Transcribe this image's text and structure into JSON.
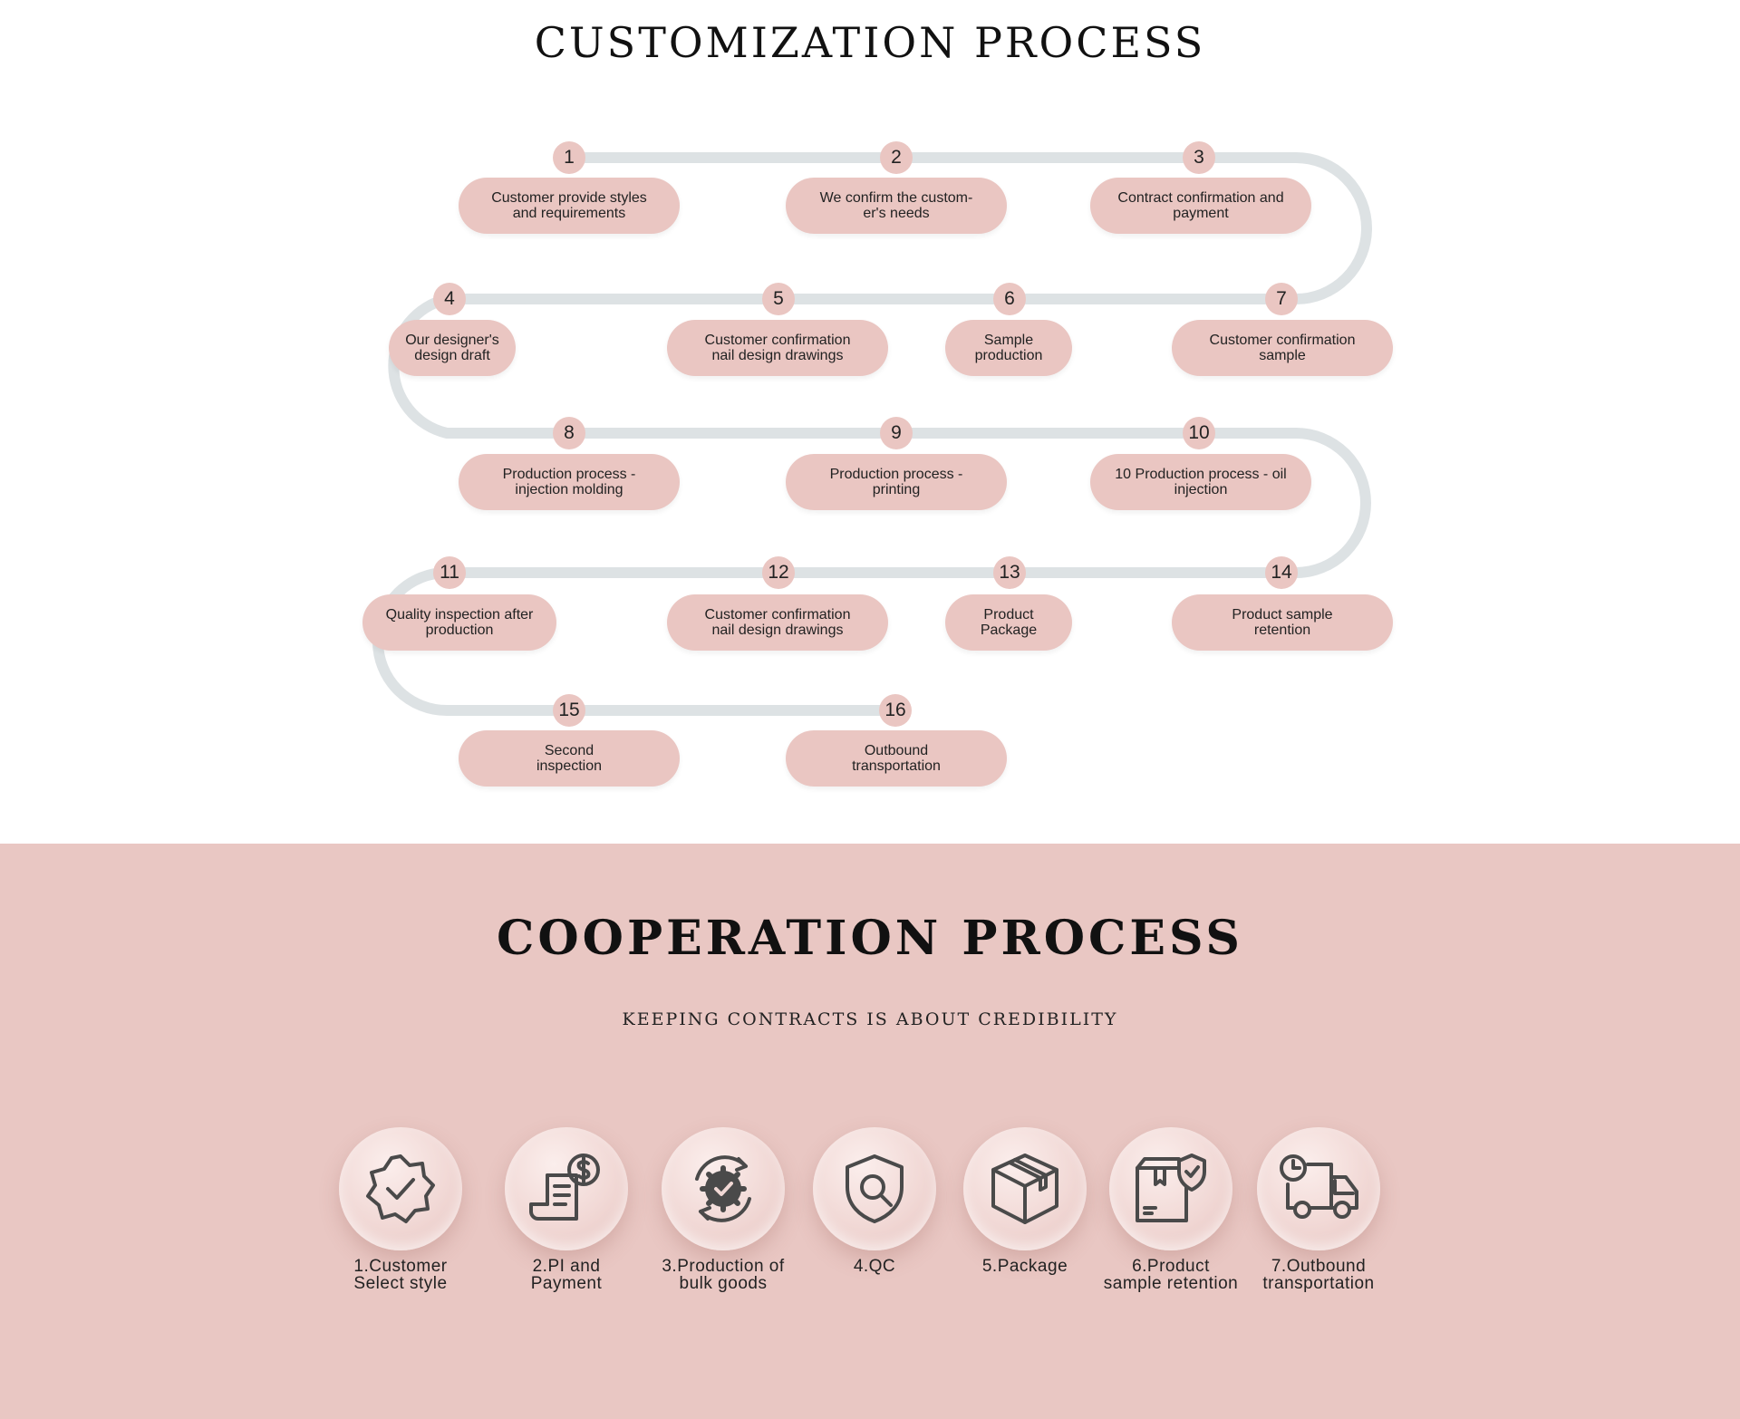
{
  "customization": {
    "title": "CUSTOMIZATION PROCESS",
    "steps": [
      {
        "num": "1",
        "label": "Customer provide styles\nand requirements"
      },
      {
        "num": "2",
        "label": "We confirm the custom-\ner's needs"
      },
      {
        "num": "3",
        "label": "Contract confirmation and\npayment"
      },
      {
        "num": "4",
        "label": "Our designer's\ndesign draft"
      },
      {
        "num": "5",
        "label": "Customer confirmation\nnail design drawings"
      },
      {
        "num": "6",
        "label": "Sample\nproduction"
      },
      {
        "num": "7",
        "label": "Customer confirmation\nsample"
      },
      {
        "num": "8",
        "label": "Production process -\ninjection molding"
      },
      {
        "num": "9",
        "label": "Production process -\nprinting"
      },
      {
        "num": "10",
        "label": "10 Production process - oil\ninjection"
      },
      {
        "num": "11",
        "label": "Quality inspection after\nproduction"
      },
      {
        "num": "12",
        "label": "Customer confirmation\nnail design drawings"
      },
      {
        "num": "13",
        "label": "Product\nPackage"
      },
      {
        "num": "14",
        "label": "Product sample\nretention"
      },
      {
        "num": "15",
        "label": "Second\ninspection"
      },
      {
        "num": "16",
        "label": "Outbound\ntransportation"
      }
    ]
  },
  "cooperation": {
    "title": "COOPERATION PROCESS",
    "subtitle": "KEEPING CONTRACTS IS ABOUT CREDIBILITY",
    "steps": [
      {
        "label": "1.Customer\nSelect style",
        "icon": "verified-badge-icon"
      },
      {
        "label": "2.PI and\nPayment",
        "icon": "invoice-payment-icon"
      },
      {
        "label": "3.Production of\nbulk goods",
        "icon": "production-gear-icon"
      },
      {
        "label": "4.QC",
        "icon": "quality-shield-search-icon"
      },
      {
        "label": "5.Package",
        "icon": "package-box-icon"
      },
      {
        "label": "6.Product\nsample retention",
        "icon": "box-shield-icon"
      },
      {
        "label": "7.Outbound\ntransportation",
        "icon": "delivery-truck-icon"
      }
    ]
  },
  "colors": {
    "accent_pink": "#eac6c2",
    "section_bg": "#e9c7c3",
    "path_gray": "#dde2e4",
    "icon_gray": "#4a4a4a"
  }
}
